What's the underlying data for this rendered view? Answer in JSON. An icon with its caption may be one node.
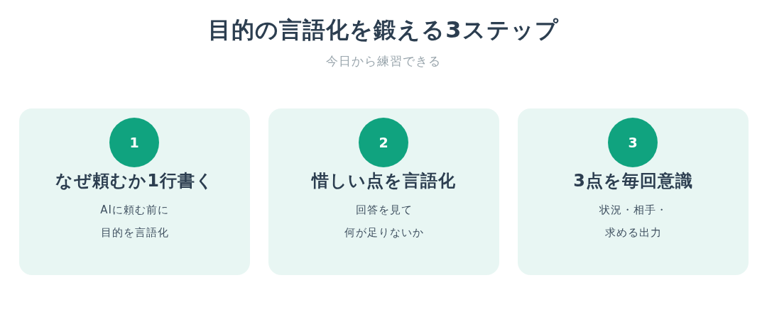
{
  "diagram": {
    "title": "目的の言語化を鍛える3ステップ",
    "nodes": [
      {
        "text": [
          "なぜ頼むか1行書く",
          "AIに頼む前に目的を言語化"
        ]
      },
      {
        "text": [
          "1"
        ],
        "in": 0
      },
      {
        "text": [
          "惜しい点を言語化",
          "回答を見て何が足りないか"
        ]
      },
      {
        "text": [
          "2"
        ],
        "in": 2
      },
      {
        "text": [
          "3点を毎回意識",
          "状況・相手・求める出力"
        ]
      },
      {
        "text": [
          "3"
        ],
        "in": 4
      }
    ],
    "labels": [
      "今日から練習できる"
    ]
  }
}
